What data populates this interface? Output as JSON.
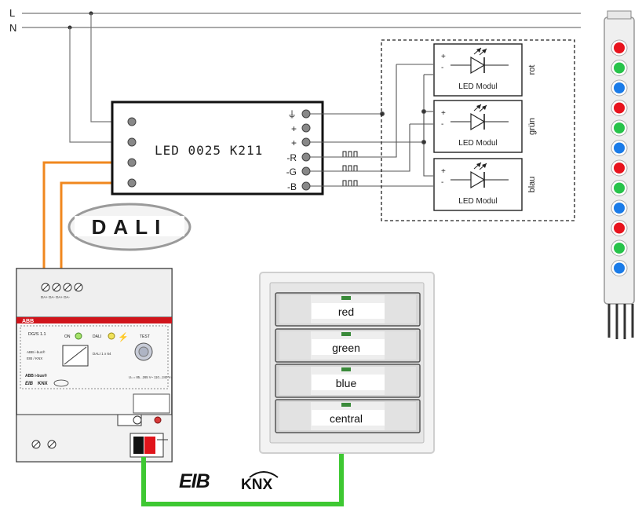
{
  "lines": {
    "L": "L",
    "N": "N"
  },
  "controller": {
    "label": "LED 0025 K211",
    "terminals": [
      "⏚",
      "+",
      "+",
      "-R",
      "-G",
      "-B"
    ]
  },
  "dali_logo": "DALI",
  "led_modules": [
    {
      "module_label": "LED Modul",
      "color_label": "rot"
    },
    {
      "module_label": "LED Modul",
      "color_label": "grün"
    },
    {
      "module_label": "LED Modul",
      "color_label": "blau"
    }
  ],
  "module_pins": {
    "plus": "+",
    "minus": "-"
  },
  "gateway": {
    "brand": "ABB",
    "model": "DG/S 1.1",
    "on_label": "ON",
    "dali_label": "DALI",
    "test_label": "TEST",
    "top_terminals": "DA+ DA- DA+ DA-",
    "small_text": [
      "ABB i-bus®",
      "EIB / KNX",
      "DALI 1 x 64"
    ],
    "logos": [
      "EIB",
      "KNX"
    ],
    "voltage": "Uₙ = 85...265 V~ 110...240 V="
  },
  "push_button": {
    "labels": [
      "red",
      "green",
      "blue",
      "central"
    ]
  },
  "bus_logos": {
    "eib": "EIB",
    "knx": "KNX"
  },
  "strip": {
    "led_colors": [
      "#e8131d",
      "#27c34a",
      "#1a7be8",
      "#e8131d",
      "#27c34a",
      "#1a7be8",
      "#e8131d",
      "#27c34a",
      "#1a7be8",
      "#e8131d",
      "#27c34a",
      "#1a7be8"
    ]
  },
  "colors": {
    "dali_wire": "#f0871e",
    "bus_wire": "#3ec832",
    "abb_red": "#e0141b"
  }
}
